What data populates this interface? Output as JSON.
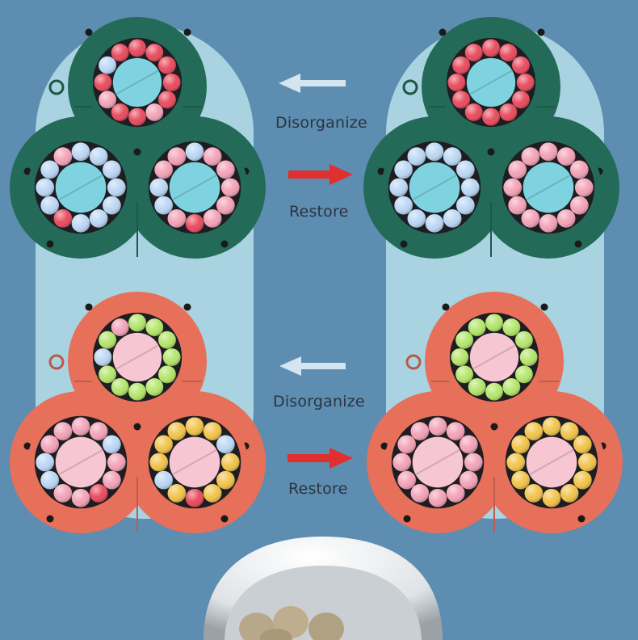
{
  "labels": {
    "disorganize_top": "Disorganize",
    "restore_top": "Restore",
    "disorganize_bottom": "Disorganize",
    "restore_bottom": "Restore"
  },
  "colors": {
    "background": "#5d8db0",
    "panel": "#a9d3e1",
    "green_shell": "#236b58",
    "orange_shell": "#e6705a",
    "arrow_left": "#d5e5ef",
    "arrow_right": "#e02f2f",
    "ball_pink": "#f3a3b8",
    "ball_red": "#e84d5f",
    "ball_blue": "#bcd7f4",
    "ball_green": "#b4e66c",
    "ball_yellow": "#f2c44c",
    "cap_cyan": "#7fd3e0",
    "cap_pink": "#f7c6d3"
  },
  "icons": [
    "arrow-left-icon",
    "arrow-right-icon"
  ]
}
